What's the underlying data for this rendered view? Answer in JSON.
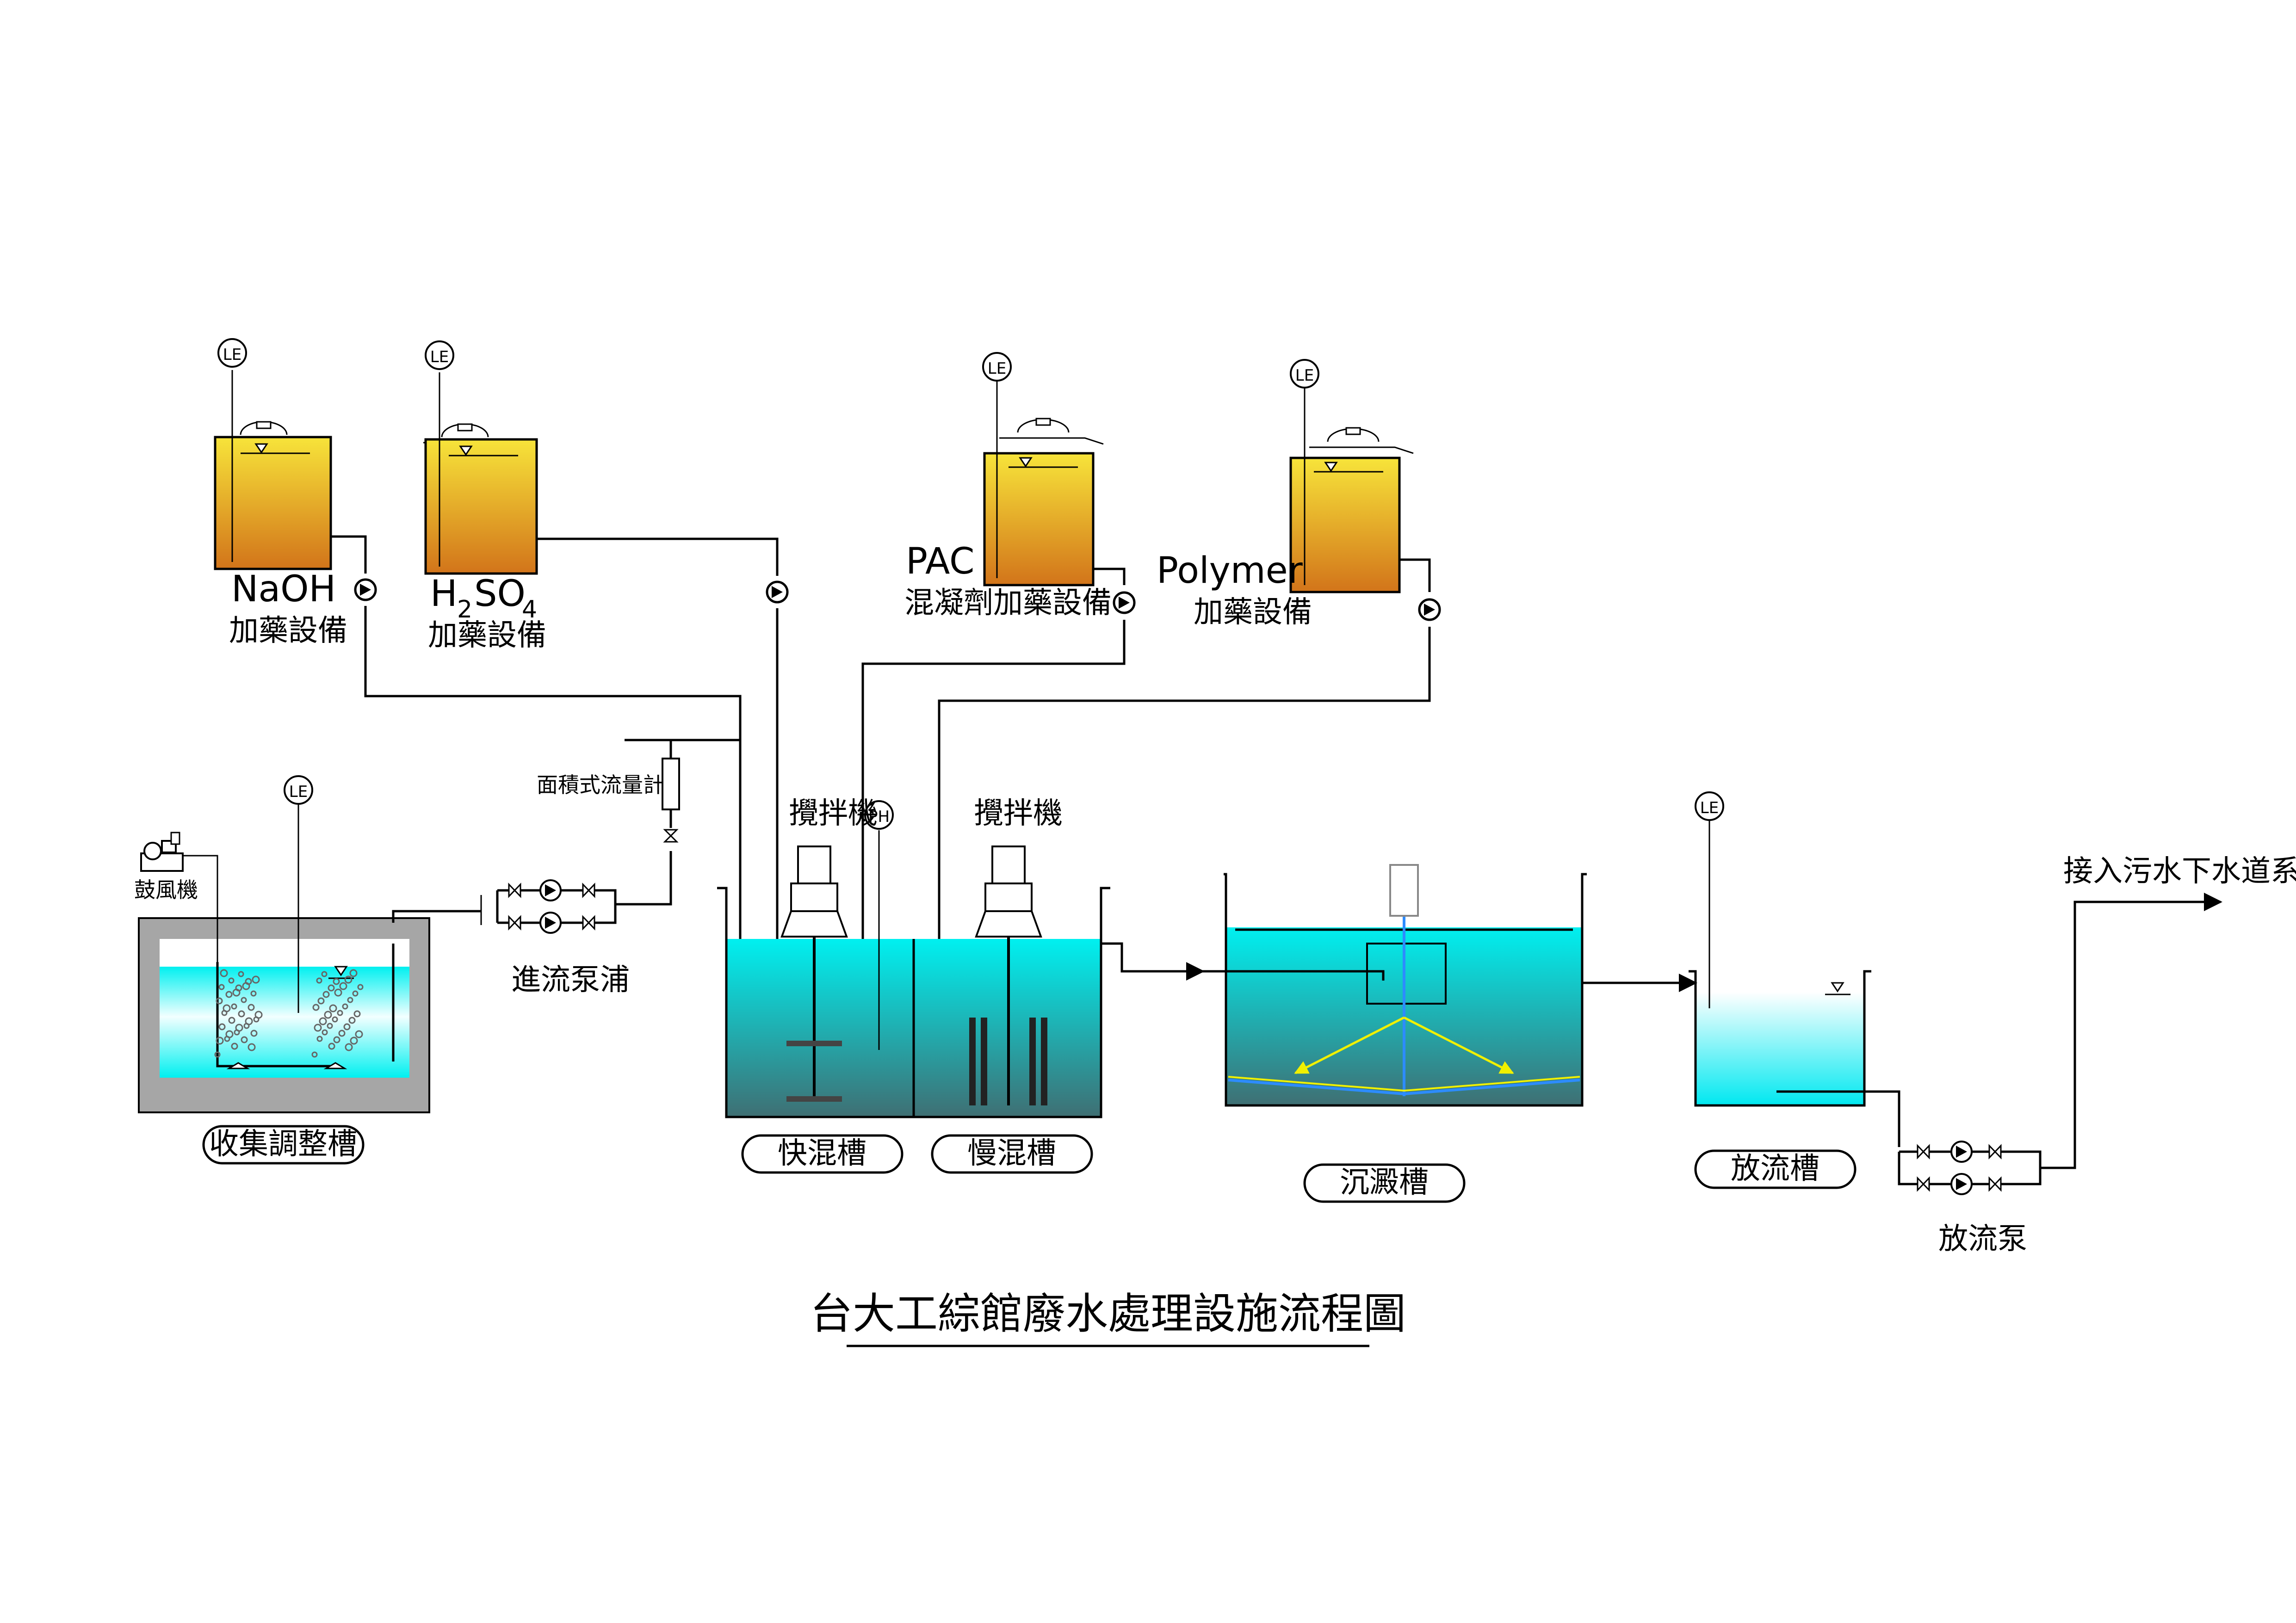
{
  "title": "台大工綜館廢水處理設施流程圖",
  "instrument_tags": {
    "level": "LE",
    "ph": "PH"
  },
  "chemical_tanks": [
    {
      "formula": "NaOH",
      "label": "加藥設備"
    },
    {
      "formula_main": "H",
      "formula_sub1": "2",
      "formula_mid": "SO",
      "formula_sub2": "4",
      "label": "加藥設備"
    },
    {
      "formula": "PAC",
      "label": "混凝劑加藥設備"
    },
    {
      "formula": "Polymer",
      "label": "加藥設備"
    }
  ],
  "equipment": {
    "blower": "鼓風機",
    "inflow_pump": "進流泵浦",
    "flowmeter": "面積式流量計",
    "mixer_1": "攪拌機",
    "mixer_2": "攪拌機",
    "discharge_pump": "放流泵",
    "outlet": "接入污水下水道系統"
  },
  "tanks": {
    "collection": "收集調整槽",
    "rapid_mix": "快混槽",
    "slow_mix": "慢混槽",
    "sedimentation": "沉澱槽",
    "discharge": "放流槽"
  },
  "colors": {
    "chem_top": "#f7e43a",
    "chem_bottom": "#d2741a",
    "water_cyan": "#00f0f0",
    "water_dark": "#3f6f73",
    "tank_wall": "#a6a6a6",
    "settler_arrow": "#f0f000",
    "settler_pipe": "#2d8cff"
  }
}
